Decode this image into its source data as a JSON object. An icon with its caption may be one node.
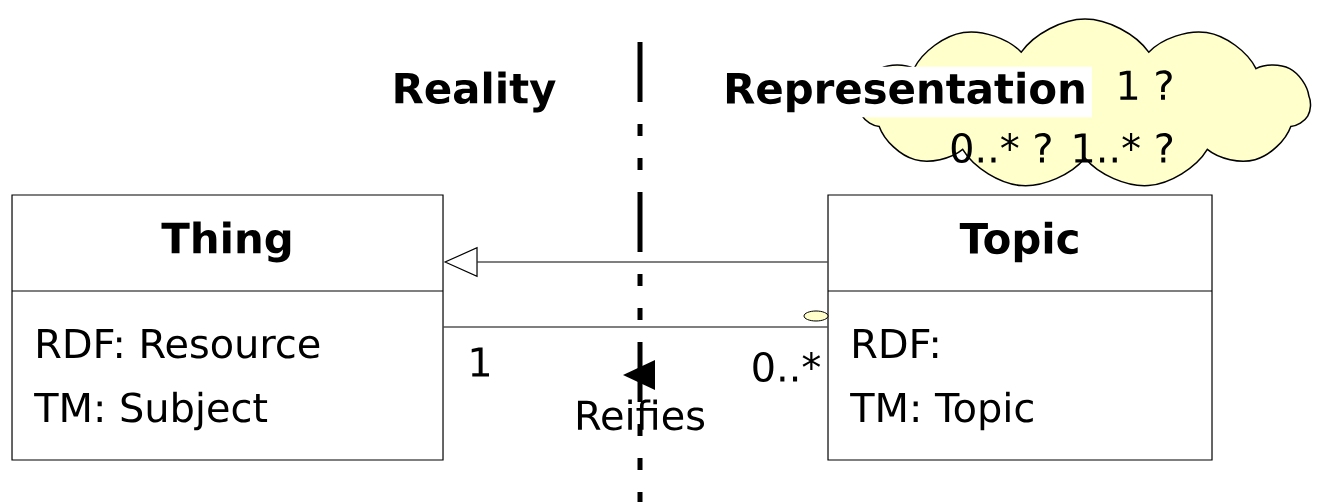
{
  "diagram": {
    "nodes": [
      {
        "text": [
          "Thing",
          "RDF:  Resource",
          "TM:  Subject"
        ]
      },
      {
        "text": [
          "Topic",
          "RDF:",
          "TM:  Topic"
        ]
      },
      {
        "text": [
          "1 ?",
          "0..* ?  1..* ?"
        ]
      }
    ],
    "edges": [
      {
        "from": 1,
        "to": 0,
        "arrow": "to"
      },
      {
        "from": 0,
        "to": 1,
        "arrow": "none",
        "label": "Reifies"
      }
    ],
    "labels": [
      "Reality",
      "Representation",
      "1",
      "0..*"
    ]
  }
}
